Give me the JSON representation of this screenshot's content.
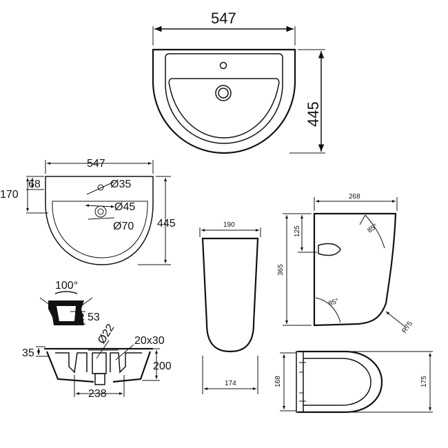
{
  "top_view": {
    "width_label": "547",
    "depth_label": "445"
  },
  "plan_view": {
    "width_label": "547",
    "depth_label": "445",
    "offset_170": "170",
    "offset_68": "68",
    "hole_35": "Ø35",
    "hole_45": "Ø45",
    "hole_70": "Ø70"
  },
  "overflow_detail": {
    "angle_label": "100°",
    "height_label": "53"
  },
  "section_view": {
    "diameter_label": "Ø22",
    "slot_label": "20x30",
    "rim_label": "35",
    "height_label": "200",
    "width_label": "238"
  },
  "pedestal_front": {
    "top_width": "190",
    "bottom_width": "174"
  },
  "pedestal_side": {
    "width_label": "268",
    "height_label": "365",
    "top_offset": "125",
    "angle_top": "85°",
    "angle_bottom": "85°",
    "radius_label": "R75"
  },
  "pedestal_top": {
    "depth_inner": "168",
    "depth_outer": "175"
  }
}
